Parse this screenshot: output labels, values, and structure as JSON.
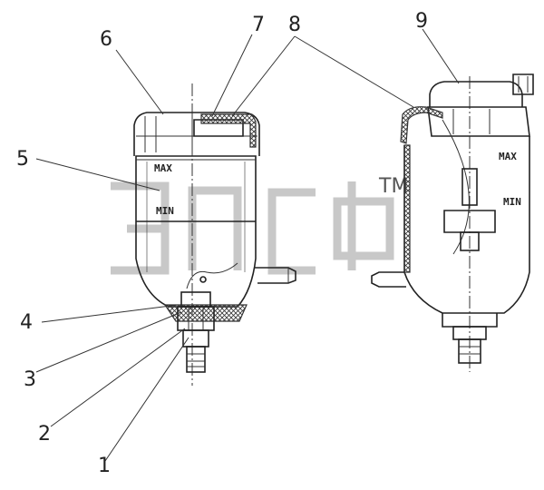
{
  "callouts": [
    {
      "id": "1",
      "label": "1"
    },
    {
      "id": "2",
      "label": "2"
    },
    {
      "id": "3",
      "label": "3"
    },
    {
      "id": "4",
      "label": "4"
    },
    {
      "id": "5",
      "label": "5"
    },
    {
      "id": "6",
      "label": "6"
    },
    {
      "id": "7",
      "label": "7"
    },
    {
      "id": "8",
      "label": "8"
    },
    {
      "id": "9",
      "label": "9"
    }
  ],
  "level_marks": {
    "left_max": "MAX",
    "left_min": "MIN",
    "right_max": "MAX",
    "right_min": "MIN"
  },
  "watermark": {
    "trademark": "TM"
  },
  "colors": {
    "line": "#222222",
    "watermark": "#c8c8c8"
  }
}
